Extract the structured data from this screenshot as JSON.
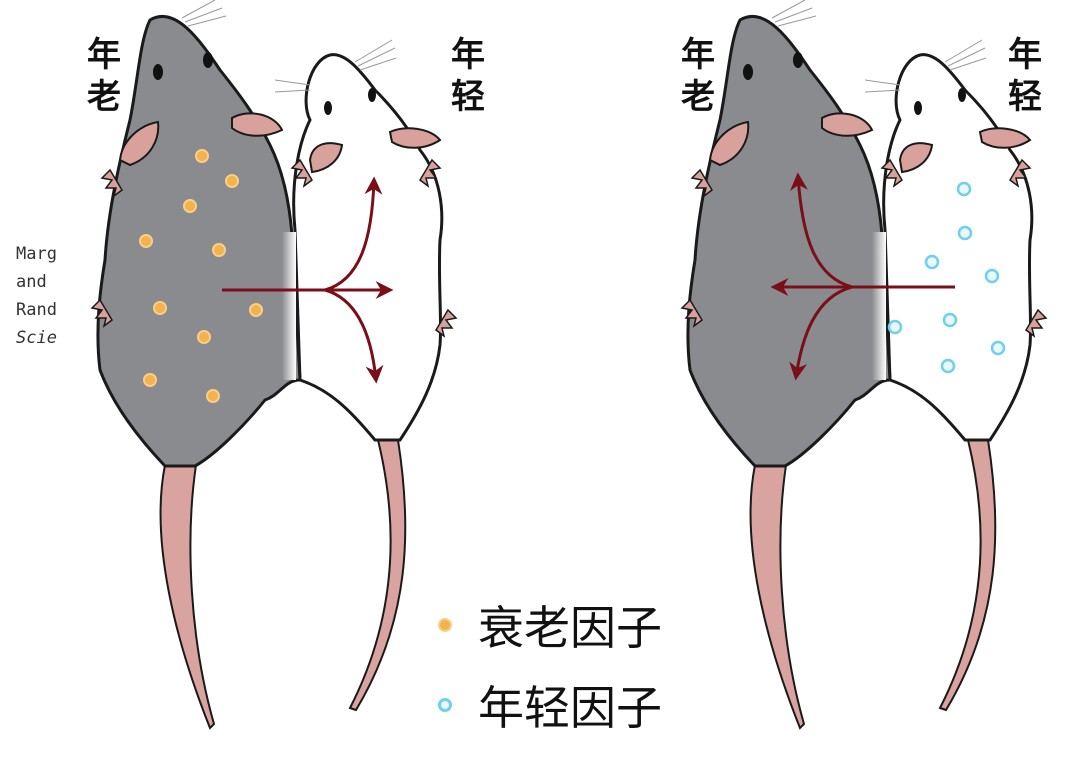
{
  "colors": {
    "old_body": "#8a8b8f",
    "young_body": "#ffffff",
    "outline": "#1a1a1a",
    "ear_pink": "#d9a19b",
    "tail_pink": "#d9a3a0",
    "arrow": "#7a0f1a",
    "senescence_dot": "#f3b24a",
    "youth_dot": "#6fd0ea"
  },
  "panels": [
    {
      "id": "left",
      "old_label": "年老",
      "young_label": "年轻",
      "flow": "old-to-young"
    },
    {
      "id": "right",
      "old_label": "年老",
      "young_label": "年轻",
      "flow": "young-to-old"
    }
  ],
  "credit_lines": [
    "Marg",
    "and",
    "Rand",
    "Scie"
  ],
  "legend": [
    {
      "label": "衰老因子",
      "icon": "senescence-dot"
    },
    {
      "label": "年轻因子",
      "icon": "youth-dot"
    }
  ]
}
